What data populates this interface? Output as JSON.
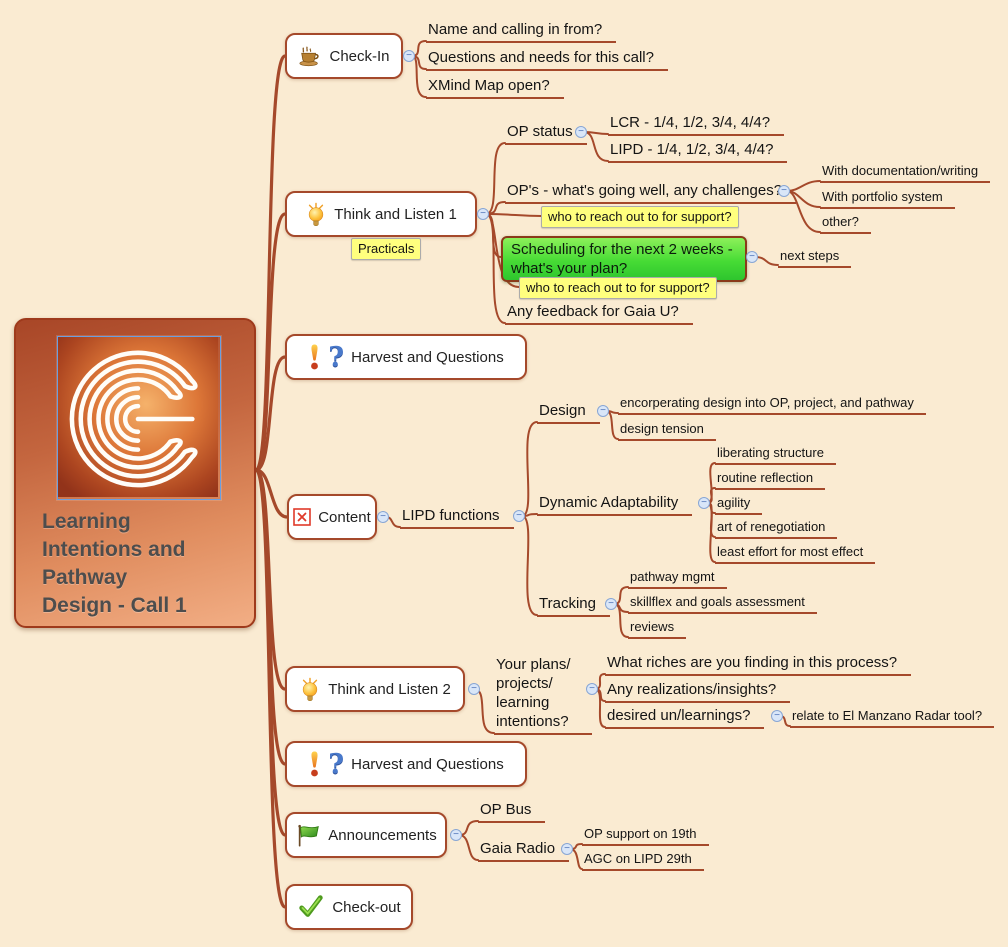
{
  "ui": {
    "collapse_glyph": "−"
  },
  "colors": {
    "background": "#FAEBD2",
    "branch_line": "#A5492B",
    "topic_fill": "#FFFFFF",
    "topic_border": "#A5492B",
    "highlight_yellow": "#FFFF7E",
    "highlight_green_top": "#8CF05A",
    "highlight_green_bottom": "#2EC52E",
    "root_gradient_top": "#A84627",
    "root_gradient_bottom": "#F2AE85"
  },
  "root": {
    "label": "Learning\nIntentions and\nPathway\nDesign - Call 1",
    "logo": "labyrinth-logo"
  },
  "branches": [
    {
      "label": "Check-In",
      "icon": "coffee-cup",
      "children": [
        {
          "label": "Name and calling in from?"
        },
        {
          "label": "Questions and needs for this call?"
        },
        {
          "label": "XMind Map open?"
        }
      ]
    },
    {
      "label": "Think and Listen 1",
      "icon": "lightbulb",
      "note": "Practicals",
      "children": [
        {
          "label": "OP status",
          "children": [
            {
              "label": "LCR - 1/4, 1/2, 3/4, 4/4?"
            },
            {
              "label": "LIPD - 1/4, 1/2, 3/4, 4/4?"
            }
          ]
        },
        {
          "label": "OP's - what's going well, any challenges?",
          "children": [
            {
              "label": "With documentation/writing"
            },
            {
              "label": "With portfolio system"
            },
            {
              "label": "other?"
            }
          ]
        },
        {
          "label": "who to reach out to for support?",
          "style": "yellow"
        },
        {
          "label": "Scheduling for the next 2 weeks -\nwhat's your plan?",
          "style": "green",
          "children": [
            {
              "label": "next steps"
            }
          ]
        },
        {
          "label": "who to reach out to for support?",
          "style": "yellow"
        },
        {
          "label": "Any feedback for Gaia U?"
        }
      ]
    },
    {
      "label": "Harvest and Questions",
      "icons": [
        "exclamation",
        "question"
      ]
    },
    {
      "label": "Content",
      "icon": "broken-image",
      "children": [
        {
          "label": "LIPD functions",
          "children": [
            {
              "label": "Design",
              "children": [
                {
                  "label": "encorperating design into OP, project, and pathway"
                },
                {
                  "label": "design tension"
                }
              ]
            },
            {
              "label": "Dynamic Adaptability",
              "children": [
                {
                  "label": "liberating structure"
                },
                {
                  "label": "routine reflection"
                },
                {
                  "label": "agility"
                },
                {
                  "label": "art of renegotiation"
                },
                {
                  "label": "least effort for most effect"
                }
              ]
            },
            {
              "label": "Tracking",
              "children": [
                {
                  "label": "pathway mgmt"
                },
                {
                  "label": "skillflex and goals assessment"
                },
                {
                  "label": "reviews"
                }
              ]
            }
          ]
        }
      ]
    },
    {
      "label": "Think and Listen 2",
      "icon": "lightbulb",
      "children": [
        {
          "label": "Your plans/\nprojects/\nlearning\nintentions?",
          "children": [
            {
              "label": "What riches are you finding in this process?"
            },
            {
              "label": "Any realizations/insights?"
            },
            {
              "label": "desired un/learnings?",
              "children": [
                {
                  "label": "relate to El Manzano Radar tool?"
                }
              ]
            }
          ]
        }
      ]
    },
    {
      "label": "Harvest and Questions",
      "icons": [
        "exclamation",
        "question"
      ]
    },
    {
      "label": "Announcements",
      "icon": "flag",
      "children": [
        {
          "label": "OP Bus"
        },
        {
          "label": "Gaia Radio",
          "children": [
            {
              "label": "OP support on 19th"
            },
            {
              "label": "AGC on LIPD 29th"
            }
          ]
        }
      ]
    },
    {
      "label": "Check-out",
      "icon": "checkmark"
    }
  ]
}
